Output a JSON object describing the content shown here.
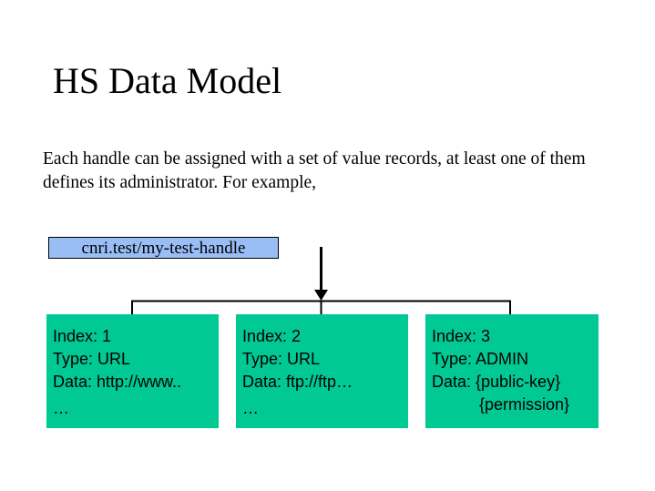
{
  "slide": {
    "title": "HS Data Model",
    "body_text": "Each handle can be assigned with a set of value records, at least one of them defines its administrator. For example,",
    "handle": {
      "label": "cnri.test/my-test-handle",
      "fill_color": "#99BDF5",
      "border_color": "#000000"
    },
    "record_fill_color": "#00C994",
    "records": [
      {
        "index_line": "Index: 1",
        "type_line": "Type: URL",
        "data_line": "Data: http://www..",
        "extra_line": "",
        "ellipsis_line": "…"
      },
      {
        "index_line": "Index: 2",
        "type_line": "Type: URL",
        "data_line": "Data: ftp://ftp…",
        "extra_line": "",
        "ellipsis_line": "…"
      },
      {
        "index_line": "Index: 3",
        "type_line": "Type: ADMIN",
        "data_line": "Data: {public-key}",
        "extra_line": "{permission}",
        "ellipsis_line": ""
      }
    ]
  }
}
